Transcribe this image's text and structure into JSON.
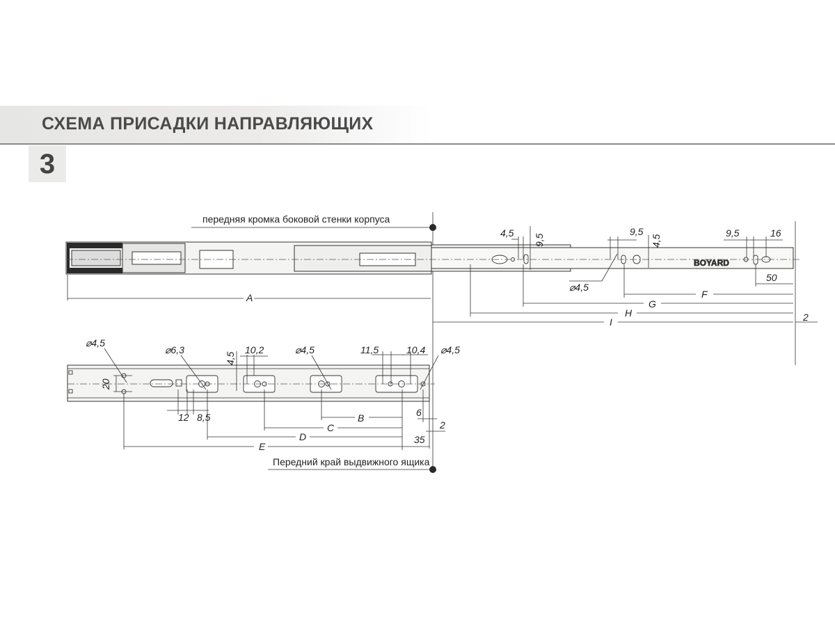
{
  "header": {
    "title": "СХЕМА ПРИСАДКИ НАПРАВЛЯЮЩИХ",
    "section_number": "3"
  },
  "top_view": {
    "note": "передняя кромка боковой стенки корпуса",
    "logo": "BOYARD",
    "dims": {
      "A": "A",
      "F": "F",
      "G": "G",
      "H": "H",
      "I": "I",
      "d1": "4,5",
      "d2": "9,5",
      "d3": "9,5",
      "d4": "4,5",
      "d5": "9,5",
      "d6": "16",
      "d7": "50",
      "d8": "2",
      "hole": "⌀4,5"
    }
  },
  "bottom_view": {
    "note": "Передний край выдвижного ящика",
    "dims": {
      "hole1": "⌀4,5",
      "hole2": "⌀6,3",
      "hole3": "⌀4,5",
      "hole4": "⌀4,5",
      "v20": "20",
      "v45": "4,5",
      "w102": "10,2",
      "w115": "11,5",
      "w104": "10,4",
      "w12": "12",
      "w85": "8,5",
      "B": "B",
      "C": "C",
      "D": "D",
      "E": "E",
      "w6": "6",
      "w2": "2",
      "w35": "35"
    }
  }
}
